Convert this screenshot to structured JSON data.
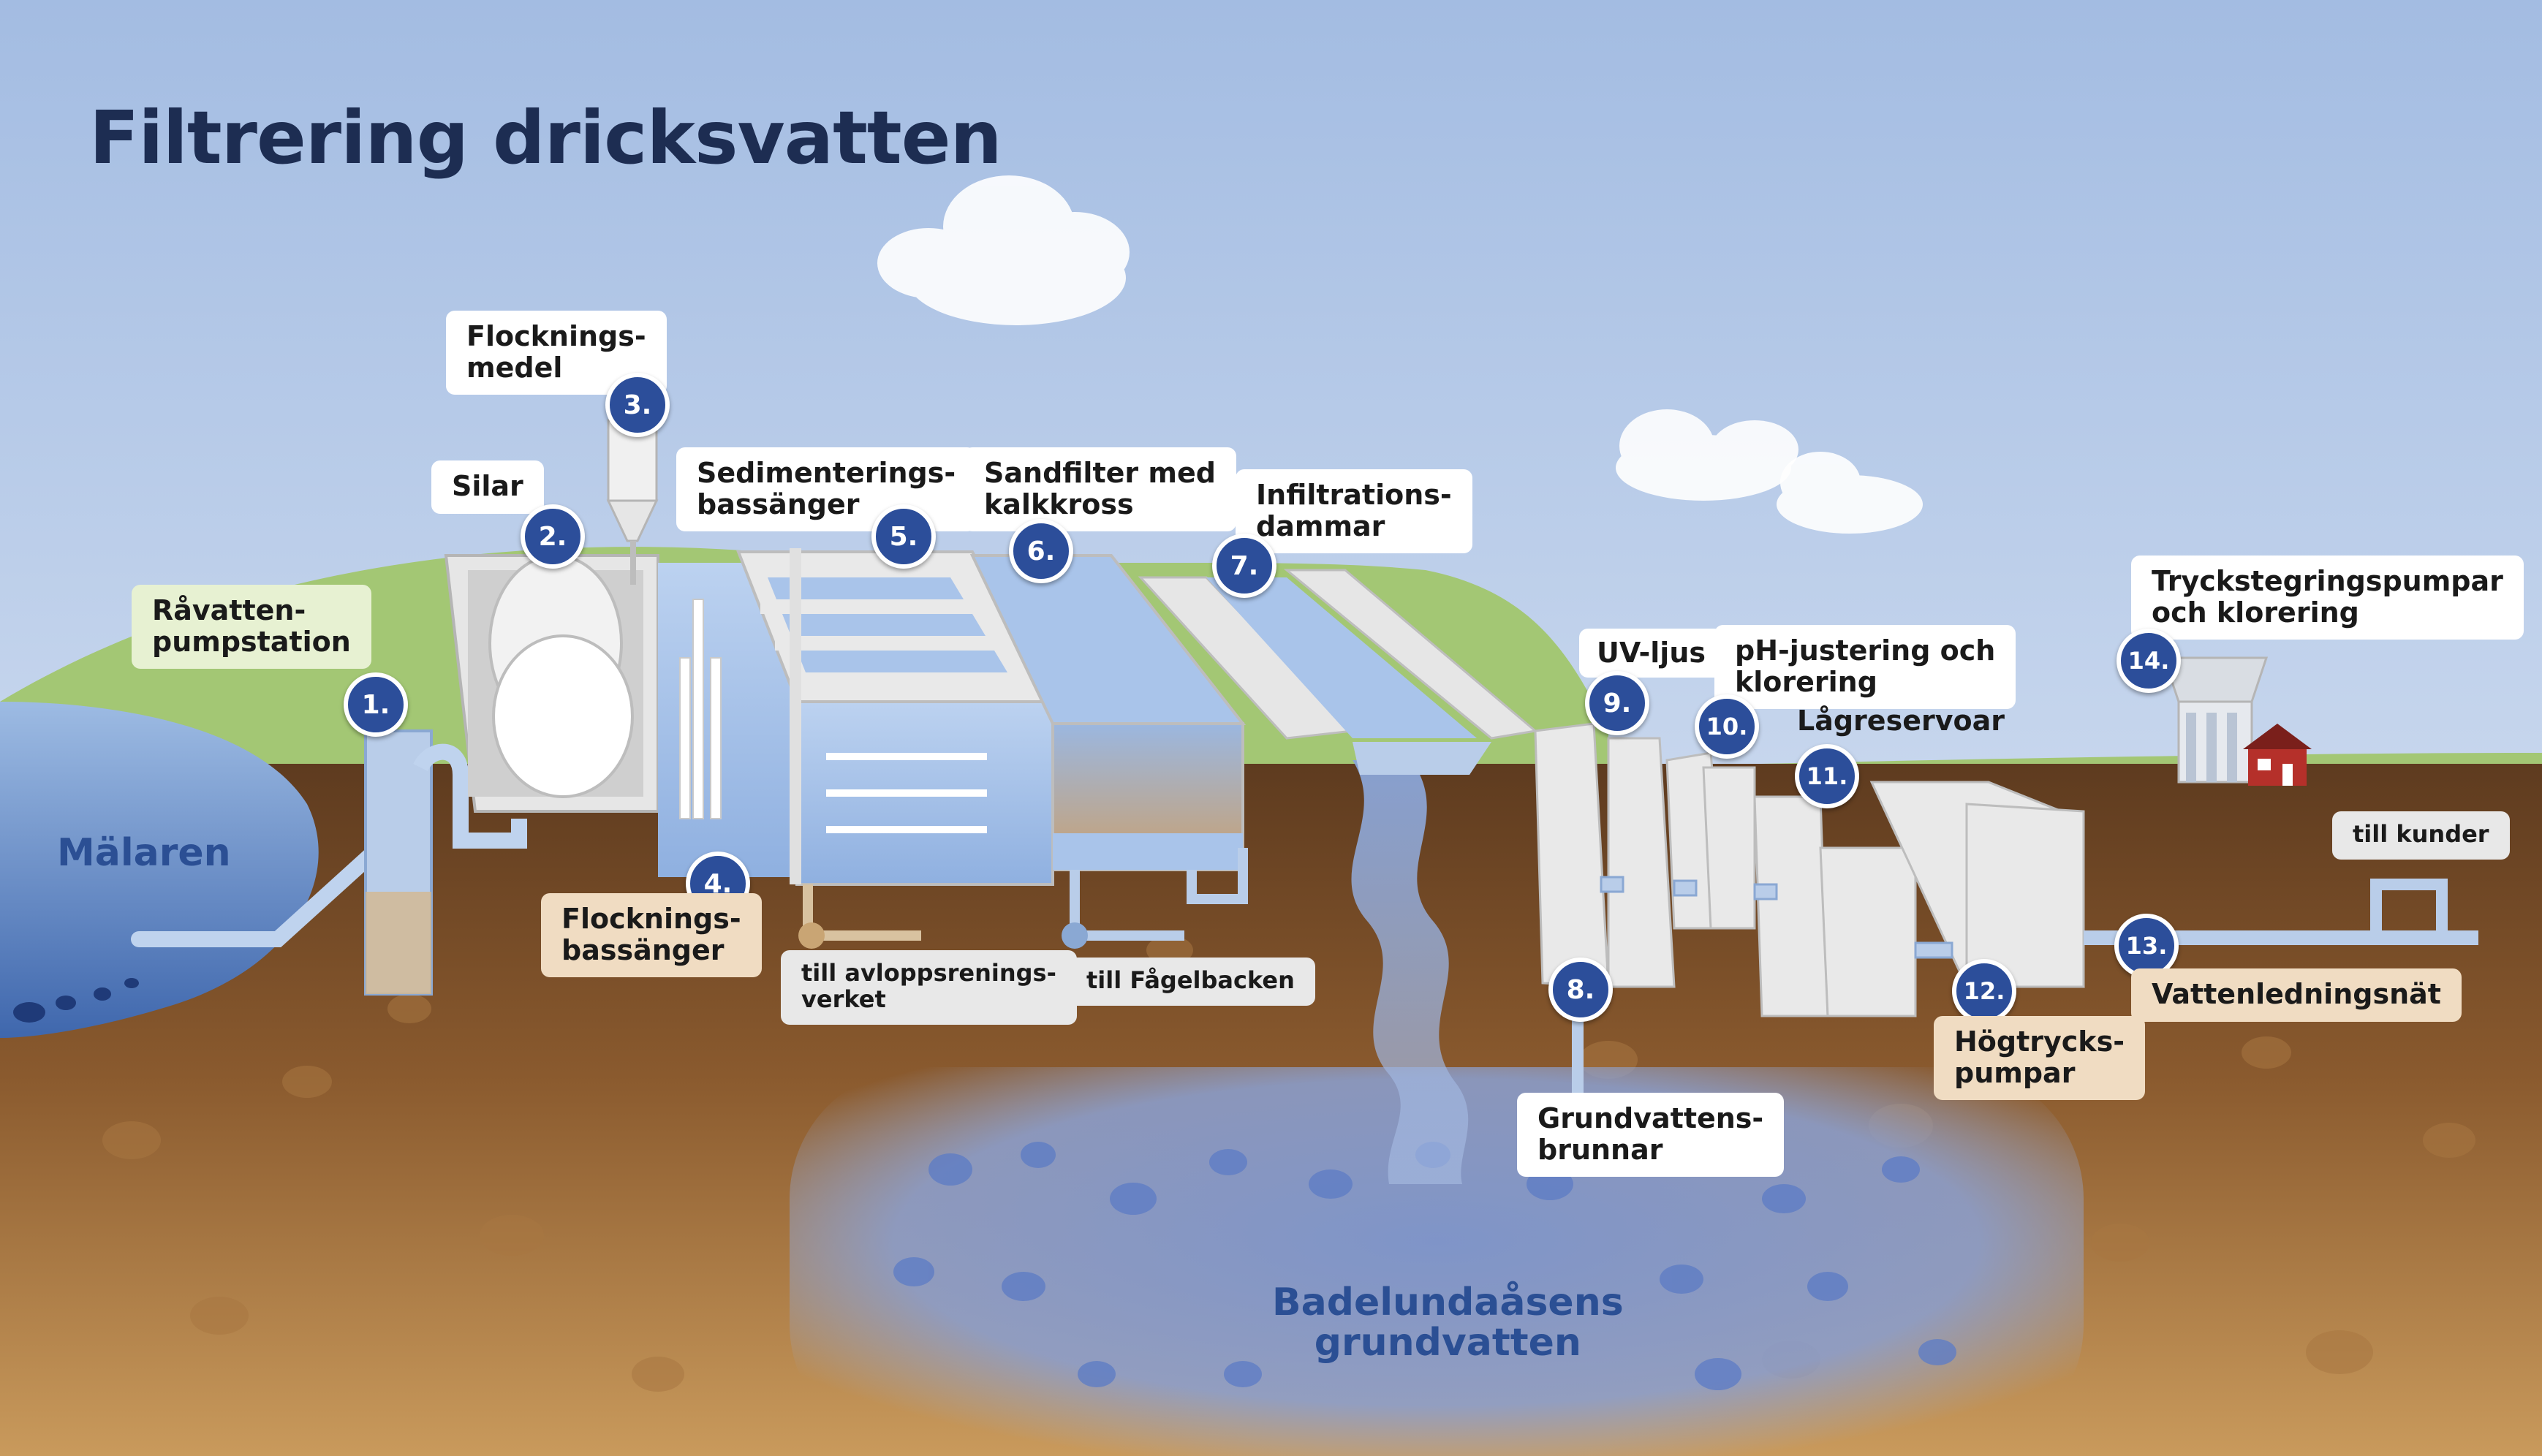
{
  "title": "Filtrering dricksvatten",
  "water_bodies": {
    "lake": "Mälaren",
    "groundwater": "Badelundaåsens\ngrundvatten"
  },
  "steps": [
    {
      "number": "1.",
      "label": "Råvatten-\npumpstation"
    },
    {
      "number": "2.",
      "label": "Silar"
    },
    {
      "number": "3.",
      "label": "Flocknings-\nmedel"
    },
    {
      "number": "4.",
      "label": "Flocknings-\nbassänger"
    },
    {
      "number": "5.",
      "label": "Sedimenterings-\nbassänger"
    },
    {
      "number": "6.",
      "label": "Sandfilter med\nkalkkross"
    },
    {
      "number": "7.",
      "label": "Infiltrations-\ndammar"
    },
    {
      "number": "8.",
      "label": "Grundvattens-\nbrunnar"
    },
    {
      "number": "9.",
      "label": "UV-ljus"
    },
    {
      "number": "10.",
      "label": "pH-justering och\nklorering"
    },
    {
      "number": "11.",
      "label": "Lågreservoar"
    },
    {
      "number": "12.",
      "label": "Högtrycks-\npumpar"
    },
    {
      "number": "13.",
      "label": "Vattenledningsnät"
    },
    {
      "number": "14.",
      "label": "Tryckstegringspumpar\noch klorering"
    }
  ],
  "outlets": {
    "sewage": "till avloppsrenings-\nverket",
    "fagelbacken": "till Fågelbacken",
    "customers": "till kunder"
  },
  "colors": {
    "sky_top": "#a9c1e4",
    "sky_bottom": "#dce6f3",
    "soil_top": "#6b4424",
    "soil_bottom": "#c8955a",
    "grass": "#9cbf6e",
    "water": "#7ea3d8",
    "badge": "#2c4e9a",
    "title": "#1d2d52"
  }
}
